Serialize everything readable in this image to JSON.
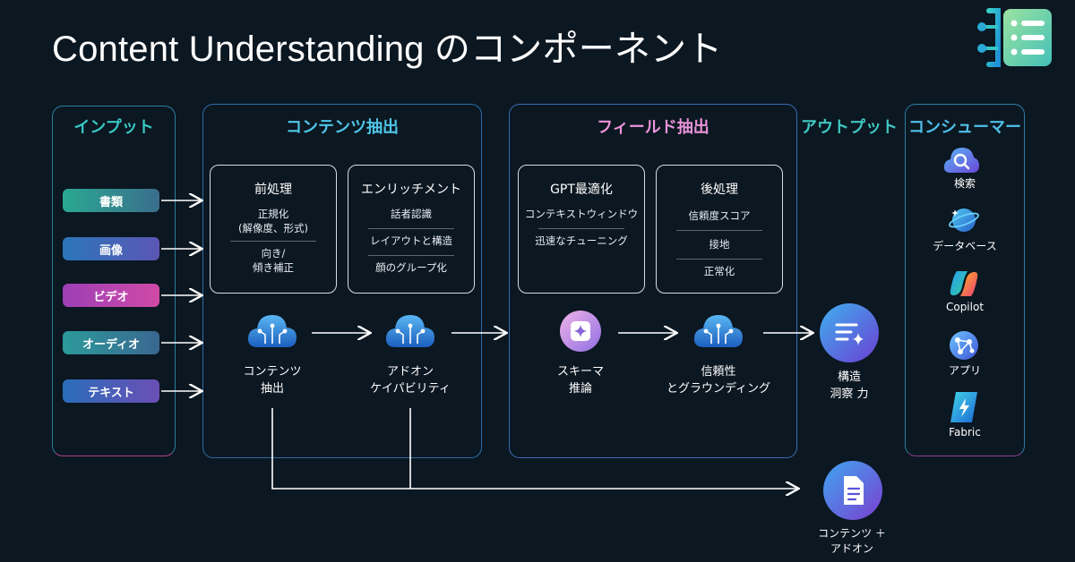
{
  "title": "Content Understanding のコンポーネント",
  "sections": {
    "input": "インプット",
    "content": "コンテンツ抽出",
    "field": "フィールド抽出",
    "output": "アウトプット",
    "consumer": "コンシューマー"
  },
  "inputs": [
    "書類",
    "画像",
    "ビデオ",
    "オーディオ",
    "テキスト"
  ],
  "boxes": {
    "preprocess": {
      "title": "前処理",
      "items": [
        "正規化\n(解像度、形式)",
        "向き/\n傾き補正"
      ]
    },
    "enrichment": {
      "title": "エンリッチメント",
      "items": [
        "話者認識",
        "レイアウトと構造",
        "顔のグループ化"
      ]
    },
    "gpt": {
      "title": "GPT最適化",
      "items": [
        "コンテキストウィンドウ",
        "迅速なチューニング"
      ]
    },
    "post": {
      "title": "後処理",
      "items": [
        "信頼度スコア",
        "接地",
        "正常化"
      ]
    }
  },
  "nodes": {
    "content_extract": "コンテンツ\n抽出",
    "addon": "アドオン\nケイパビリティ",
    "schema": "スキーマ\n推論",
    "confidence": "信頼性\nとグラウンディング",
    "insight": "構造\n洞察 力",
    "content_addon": "コンテンツ ＋\nアドオン"
  },
  "consumers": [
    "検索",
    "データベース",
    "Copilot",
    "アプリ",
    "Fabric"
  ],
  "colors": {
    "background": "#0b1721",
    "teal": "#36c4c4",
    "pink": "#e48ad8",
    "input_gradients": [
      [
        "#2aa892",
        "#3a6e8c"
      ],
      [
        "#2b76b8",
        "#5b56b5"
      ],
      [
        "#9d3fb6",
        "#d04aa6"
      ],
      [
        "#2c9a9b",
        "#3a6790"
      ],
      [
        "#2a6dba",
        "#6b4fb5"
      ]
    ]
  }
}
